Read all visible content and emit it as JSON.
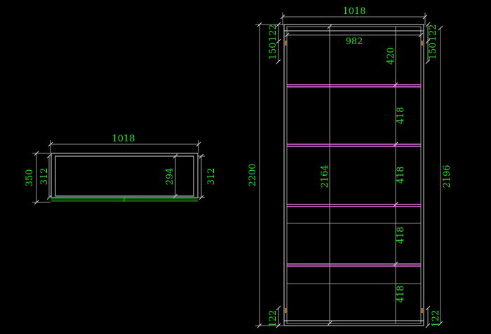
{
  "plan_view": {
    "width_label": "1018",
    "depth_outer_label": "350",
    "depth_inner_left_label": "312",
    "depth_inner_right_label": "312",
    "inner_depth_label": "294"
  },
  "elevation_view": {
    "width_label": "1018",
    "inner_width_label": "982",
    "top_left_upper_label": "122",
    "top_left_lower_label": "150",
    "top_right_upper_label": "122",
    "top_right_lower_label": "150",
    "top_space_label": "420",
    "total_height_label": "2200",
    "inner_height_label": "2164",
    "right_height_label": "2196",
    "shelf_space_labels": [
      "418",
      "418",
      "418",
      "418"
    ],
    "bottom_left_label": "122",
    "bottom_right_label": "122"
  },
  "colors": {
    "background": "#000000",
    "dimension_text": "#22e022",
    "lines": "#d8d8d8",
    "shelves": "#e070e0",
    "hinges": "#a0702a"
  }
}
